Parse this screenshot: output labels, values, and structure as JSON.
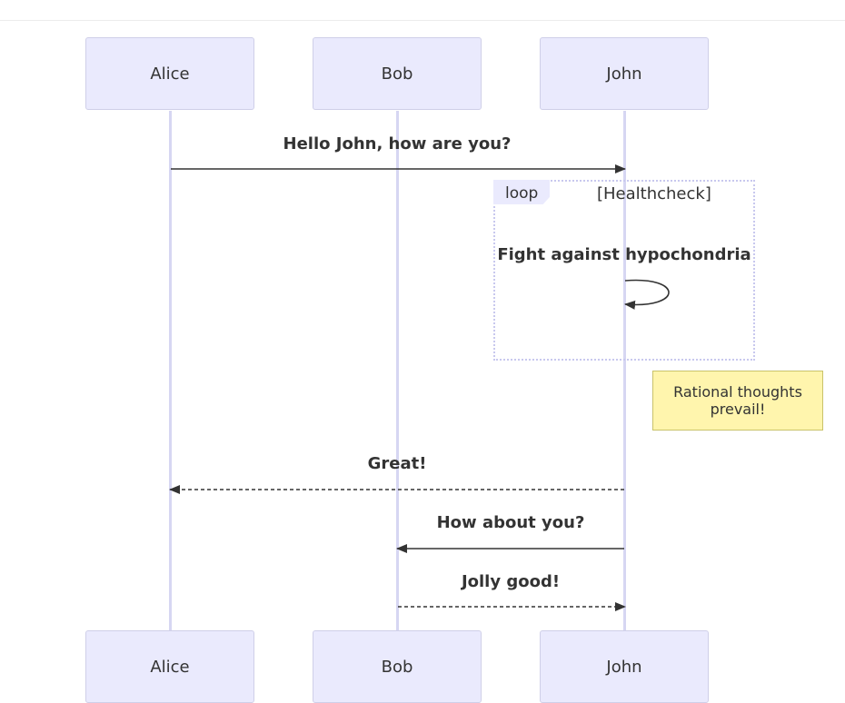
{
  "participants": {
    "alice": "Alice",
    "bob": "Bob",
    "john": "John"
  },
  "messages": {
    "m1": "Hello John, how are you?",
    "m2": "Fight against hypochondria",
    "m3": "Great!",
    "m4": "How about you?",
    "m5": "Jolly good!"
  },
  "loop": {
    "label": "loop",
    "condition": "[Healthcheck]"
  },
  "note": {
    "text": "Rational thoughts prevail!"
  },
  "colors": {
    "actor_fill": "#eaeafd",
    "actor_border": "#cfcfe8",
    "lifeline": "#d6d6f2",
    "note_fill": "#fff5ad",
    "arrow": "#333333"
  }
}
